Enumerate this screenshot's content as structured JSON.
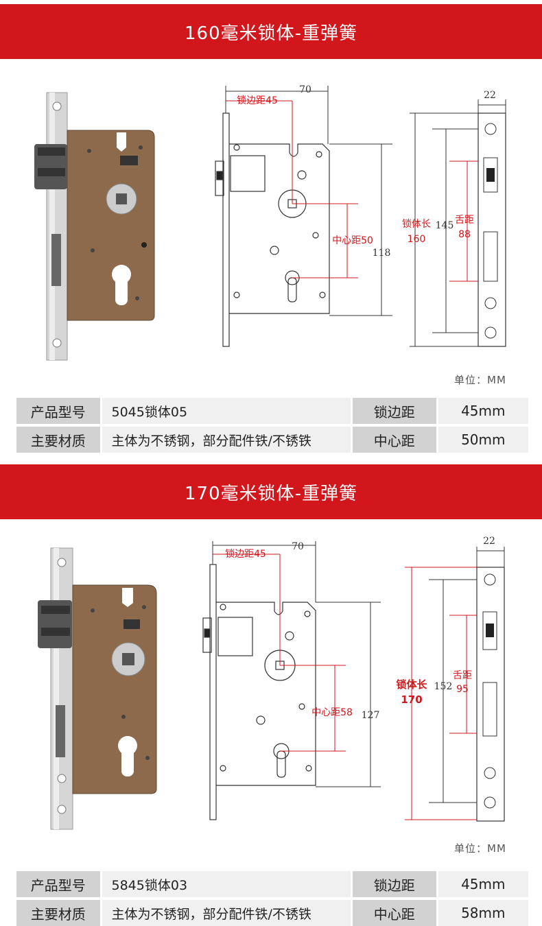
{
  "sections": [
    {
      "title": "160毫米锁体-重弹簧",
      "dims": {
        "width_total": "70",
        "backset_label": "锁边距45",
        "center_label": "中心距50",
        "body_height": "118",
        "faceplate_width": "22",
        "lock_length_label": "锁体长",
        "lock_length_value": "160",
        "screw_distance": "145",
        "bolt_label": "舌距",
        "bolt_value": "88"
      },
      "unit": "单位：MM",
      "specs": {
        "model_label": "产品型号",
        "model_value": "5045锁体05",
        "backset_label": "锁边距",
        "backset_value": "45mm",
        "material_label": "主要材质",
        "material_value": "主体为不锈钢，部分配件铁/不锈铁",
        "center_label": "中心距",
        "center_value": "50mm"
      }
    },
    {
      "title": "170毫米锁体-重弹簧",
      "dims": {
        "width_total": "70",
        "backset_label": "锁边距45",
        "center_label": "中心距58",
        "body_height": "127",
        "faceplate_width": "22",
        "lock_length_label": "锁体长",
        "lock_length_value": "170",
        "screw_distance": "152",
        "bolt_label": "舌距",
        "bolt_value": "95"
      },
      "unit": "单位：MM",
      "specs": {
        "model_label": "产品型号",
        "model_value": "5845锁体03",
        "backset_label": "锁边距",
        "backset_value": "45mm",
        "material_label": "主要材质",
        "material_value": "主体为不锈钢，部分配件铁/不锈铁",
        "center_label": "中心距",
        "center_value": "58mm"
      }
    }
  ],
  "colors": {
    "accent": "#d1161c",
    "bronze": "#8c6a4b"
  }
}
